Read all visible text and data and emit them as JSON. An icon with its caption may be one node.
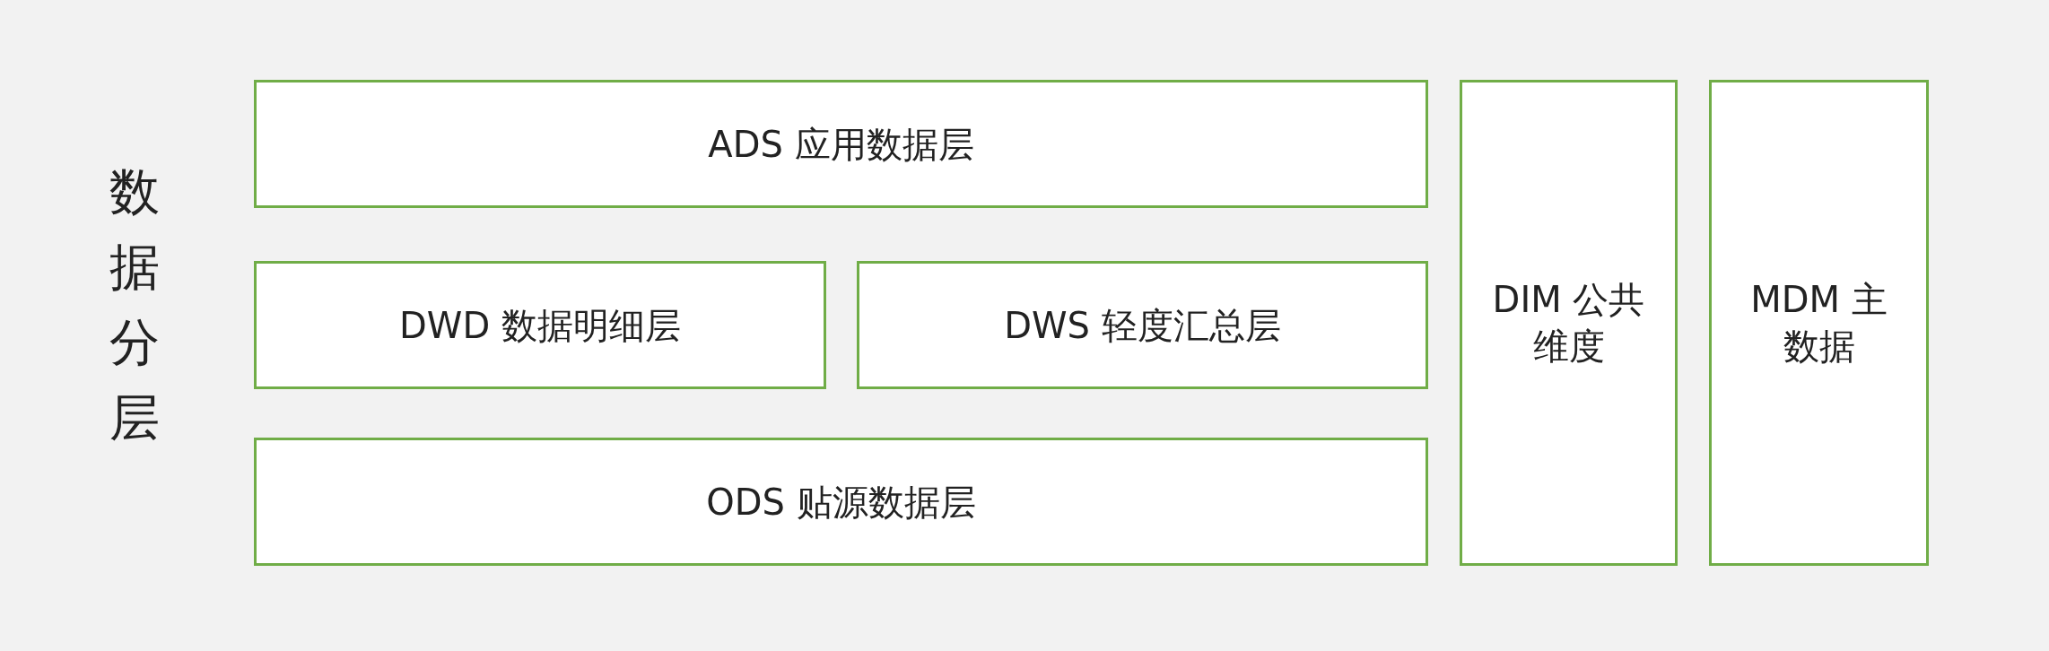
{
  "diagram": {
    "nodes": [
      {
        "text": [
          "ADS 应用数据层"
        ]
      },
      {
        "text": [
          "DWD 数据明细层"
        ]
      },
      {
        "text": [
          "DWS 轻度汇总层"
        ]
      },
      {
        "text": [
          "ODS 贴源数据层"
        ]
      },
      {
        "text": [
          "DIM 公共维度"
        ]
      },
      {
        "text": [
          "MDM 主数据"
        ]
      }
    ],
    "labels": [
      "数据分层"
    ]
  }
}
